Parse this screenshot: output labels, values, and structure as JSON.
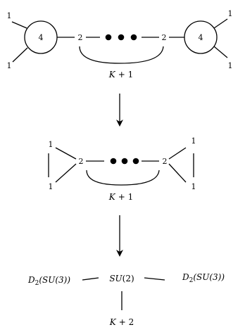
{
  "top_quiver": {
    "left_node": "4",
    "right_node": "4",
    "left_flavors": [
      "1",
      "1"
    ],
    "right_flavors": [
      "1",
      "1"
    ],
    "chain_end_left": "2",
    "chain_end_right": "2",
    "brace_label_K": "K",
    "brace_label_rest": "+ 1"
  },
  "middle_quiver": {
    "left_flavors": [
      "1",
      "1"
    ],
    "right_flavors": [
      "1",
      "1"
    ],
    "chain_end_left": "2",
    "chain_end_right": "2",
    "brace_label_K": "K",
    "brace_label_rest": "+ 1"
  },
  "bottom_quiver": {
    "left_D": "D",
    "left_sub": "2",
    "left_args": "(SU(3))",
    "center_SU": "SU",
    "center_args": "(2)",
    "right_D": "D",
    "right_sub": "2",
    "right_args": "(SU(3))",
    "below_K": "K",
    "below_rest": "+ 2"
  }
}
